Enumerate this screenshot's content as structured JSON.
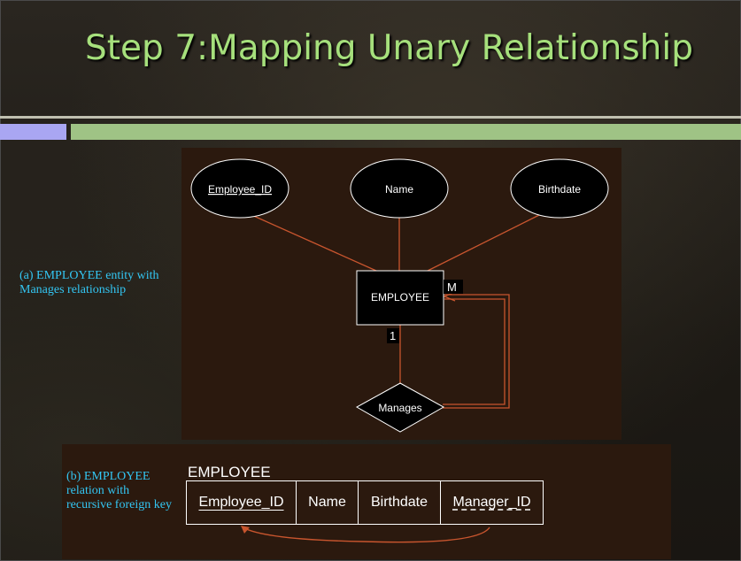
{
  "slide": {
    "title": "Step 7:Mapping Unary Relationship"
  },
  "captions": {
    "a": "(a) EMPLOYEE entity with Manages relationship",
    "b": "(b) EMPLOYEE relation with recursive foreign key"
  },
  "er": {
    "attributes": [
      "Employee_ID",
      "Name",
      "Birthdate"
    ],
    "entity": "EMPLOYEE",
    "relationship": "Manages",
    "cardinality_many": "M",
    "cardinality_one": "1"
  },
  "relation": {
    "name": "EMPLOYEE",
    "columns": [
      "Employee_ID",
      "Name",
      "Birthdate",
      "Manager_ID"
    ]
  },
  "colors": {
    "title": "#a6e07c",
    "caption": "#33c6f3",
    "connector": "#c8552e",
    "panel": "#2b190e"
  }
}
